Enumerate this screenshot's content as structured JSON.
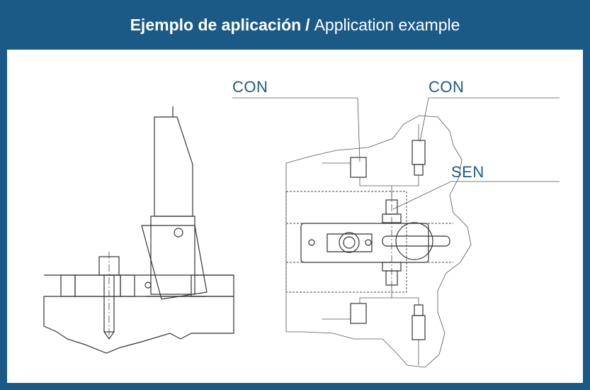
{
  "title": {
    "spanish": "Ejemplo de aplicación",
    "separator": "/",
    "english": "Application example"
  },
  "labels": {
    "con_left": "CON",
    "con_right": "CON",
    "sen": "SEN"
  },
  "colors": {
    "brand": "#1b5a86",
    "background": "#ffffff"
  }
}
